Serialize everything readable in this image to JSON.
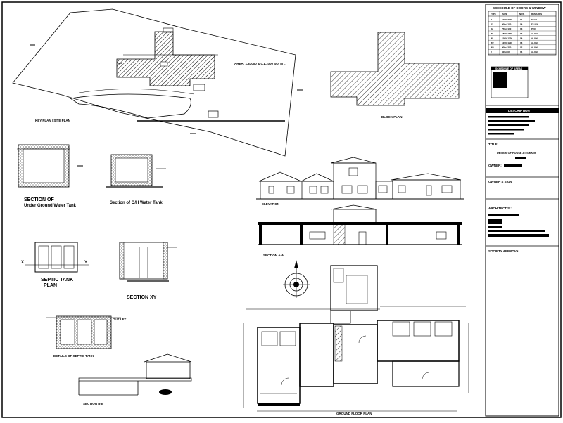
{
  "drawing": {
    "key_plan_label": "KEY PLAN / SITE PLAN",
    "area_label": "AREA: 1,83000 & 0.1.1000 SQ. MT.",
    "block_plan_label": "BLOCK PLAN",
    "ugwt_section_label_1": "SECTION OF",
    "ugwt_section_label_2": "Under Ground Water Tank",
    "ohwt_section_label": "Section of O/H Water Tank",
    "septic_plan_label_1": "SEPTIC TANK",
    "septic_plan_label_2": "PLAN",
    "section_xy_label": "SECTION XY",
    "septic_details_label": "DETAILS OF SEPTIC TANK",
    "outlet_label": "OUT LET",
    "section_bb_label": "SECTION B-B",
    "elevation_label": "ELEVATION",
    "section_aa_label": "SECTION A-A",
    "ground_floor_label": "GROUND FLOOR PLAN",
    "x_marker": "X",
    "y_marker": "Y"
  },
  "title_block": {
    "schedule_doors_title": "SCHEDULE OF DOORS & WINDOW",
    "schedule_headers": [
      "TYPE",
      "SIZE",
      "NOS.",
      "REMARKS"
    ],
    "schedule_rows": [
      [
        "D",
        "1000x2100",
        "01",
        "TEAK"
      ],
      [
        "D1",
        "900x2100",
        "04",
        "FLUSH"
      ],
      [
        "D2",
        "750x2100",
        "03",
        "PVC"
      ],
      [
        "W",
        "1800x1500",
        "05",
        "ALUM"
      ],
      [
        "W1",
        "1500x1200",
        "04",
        "ALUM"
      ],
      [
        "W2",
        "1200x1200",
        "06",
        "ALUM"
      ],
      [
        "W3",
        "900x1200",
        "02",
        "ALUM"
      ],
      [
        "V",
        "600x600",
        "04",
        "ALUM"
      ]
    ],
    "schedule_areas_title": "SCHEDULE OF AREAS",
    "description_title": "DESCRIPTION",
    "title_label": "TITLE:",
    "title_value": "DESIGN OF HOUSE AT SIKKIM",
    "owner_label": "OWNER:",
    "owner_sign_label": "OWNER'S SIGN",
    "architect_label": "ARCHITECT'S :",
    "society_label": "SOCIETY APPROVAL"
  }
}
